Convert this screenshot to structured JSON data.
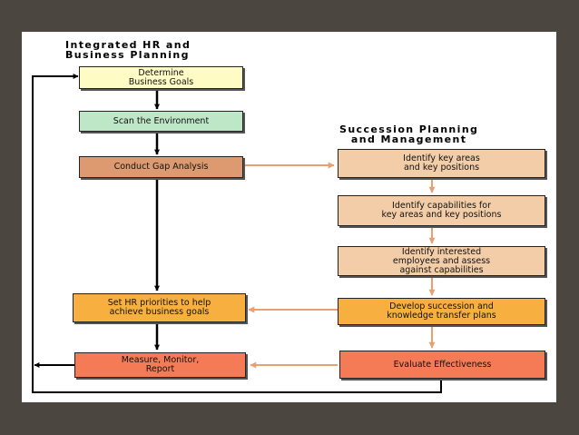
{
  "left_column": {
    "heading": [
      "Integrated HR and",
      "Business Planning"
    ],
    "boxes": [
      {
        "lines": [
          "Determine",
          "Business Goals"
        ],
        "color": "#fffbc4"
      },
      {
        "lines": [
          "Scan the Environment"
        ],
        "color": "#bde7c7"
      },
      {
        "lines": [
          "Conduct Gap Analysis"
        ],
        "color": "#dd9a70"
      },
      {
        "lines": [
          "Set HR priorities to help",
          "achieve business goals"
        ],
        "color": "#f7b040"
      },
      {
        "lines": [
          "Measure, Monitor,",
          "Report"
        ],
        "color": "#f47b55"
      }
    ]
  },
  "right_column": {
    "heading": [
      "Succession Planning",
      "and Management"
    ],
    "boxes": [
      {
        "lines": [
          "Identify key areas",
          "and key positions"
        ],
        "color": "#f2cda8"
      },
      {
        "lines": [
          "Identify capabilities for",
          "key areas and key positions"
        ],
        "color": "#f2cda8"
      },
      {
        "lines": [
          "Identify interested",
          "employees and assess",
          "against capabilities"
        ],
        "color": "#f2cda8"
      },
      {
        "lines": [
          "Develop succession and",
          "knowledge transfer plans"
        ],
        "color": "#f7b040"
      },
      {
        "lines": [
          "Evaluate Effectiveness"
        ],
        "color": "#f47b55"
      }
    ]
  },
  "colors": {
    "background": "#4b4640",
    "slide": "#ffffff",
    "black_arrow": "#000000",
    "orange_arrow": "#e8a070"
  }
}
